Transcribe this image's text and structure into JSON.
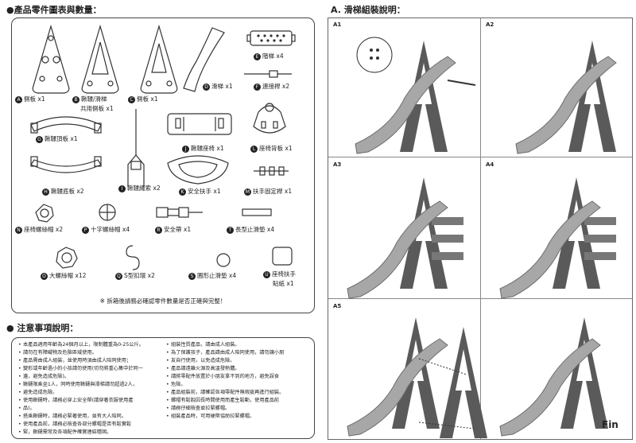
{
  "parts_section": {
    "title": "●產品零件圖表與數量：",
    "parts": [
      {
        "id": "A",
        "label": "側板 x1"
      },
      {
        "id": "B",
        "label": "鞦韆/滑梯"
      },
      {
        "id": "B2",
        "label": "共用側板 x1"
      },
      {
        "id": "C",
        "label": "側板 x1"
      },
      {
        "id": "D",
        "label": "滑梯 x1"
      },
      {
        "id": "E",
        "label": "階梯 x4"
      },
      {
        "id": "F",
        "label": "連接桿 x2"
      },
      {
        "id": "G",
        "label": "鞦韆頂板 x1"
      },
      {
        "id": "H",
        "label": "鞦韆底板 x2"
      },
      {
        "id": "I",
        "label": "鞦韆繩索 x2"
      },
      {
        "id": "J",
        "label": "鞦韆座椅 x1"
      },
      {
        "id": "K",
        "label": "安全扶手 x1"
      },
      {
        "id": "L",
        "label": "座椅背板 x1"
      },
      {
        "id": "M",
        "label": "扶手固定桿 x1"
      },
      {
        "id": "N",
        "label": "座椅螺絲帽 x2"
      },
      {
        "id": "P",
        "label": "十字螺絲帽 x4"
      },
      {
        "id": "R",
        "label": "安全帶 x1"
      },
      {
        "id": "T",
        "label": "長型止滑墊 x4"
      },
      {
        "id": "O",
        "label": "大螺絲帽 x12"
      },
      {
        "id": "Q",
        "label": "S型扣環 x2"
      },
      {
        "id": "S",
        "label": "圓形止滑墊 x4"
      },
      {
        "id": "U",
        "label": "座椅扶手"
      },
      {
        "id": "U2",
        "label": "貼紙 x1"
      }
    ],
    "note": "※ 拆箱後請務必確認零件數量是否正確與完整！"
  },
  "notes_section": {
    "title": "● 注意事項說明：",
    "left": [
      "本產品適用年齡為24個月以上，限制體重為0-25公斤。",
      "請勿在有障礙物及危險區域使用。",
      "產品需由成人組裝，並使用時須由成人陪同使用；",
      "變形或年齡過小的小孩請勿使用(切勿將重心集中於同一",
      "邊，避免造成危險)。",
      "鞦韆限乘坐1人，同時使用鞦韆與滑梯請勿超過2人，",
      "避免造成危險。",
      "使用鞦韆時，請務必穿上安全帶(請穿著衣服使用產",
      "品)。",
      "搭乘鞦韆時，請務必緊著使用，並有大人陪同。",
      "使用產品前，請務必檢查各部分螺帽是否有鬆實鬆",
      "緊，鞦韆需常及各項配件確實連結穩固。"
    ],
    "right": [
      "組裝性質產品，請由成人組裝。",
      "為了保護孩子，產品請由成人陪同使用，請勿讓小朋",
      "友自行使用，以免造成危險。",
      "產品請遠離火源及高溫發熱體。",
      "請將零配件放置於小朋友拿不到的地方，避免誤食",
      "危險。",
      "產品組裝前，請確認各項零配件無瑕疵再進行組裝。",
      "螺帽有鬆脫因長時間使用而產生鬆動，使用產品前",
      "請務仔細檢查並拉緊螺帽。",
      "組裝產品時，可用硬幣協助拉緊螺帽。"
    ]
  },
  "assembly_section": {
    "title": "A. 滑梯組裝說明：",
    "steps": [
      "A1",
      "A2",
      "A3",
      "A4",
      "A5"
    ],
    "end_label": "Fin"
  },
  "colors": {
    "frame": "#5a5a5a",
    "slide": "#a7a7a7",
    "line": "#333333"
  }
}
